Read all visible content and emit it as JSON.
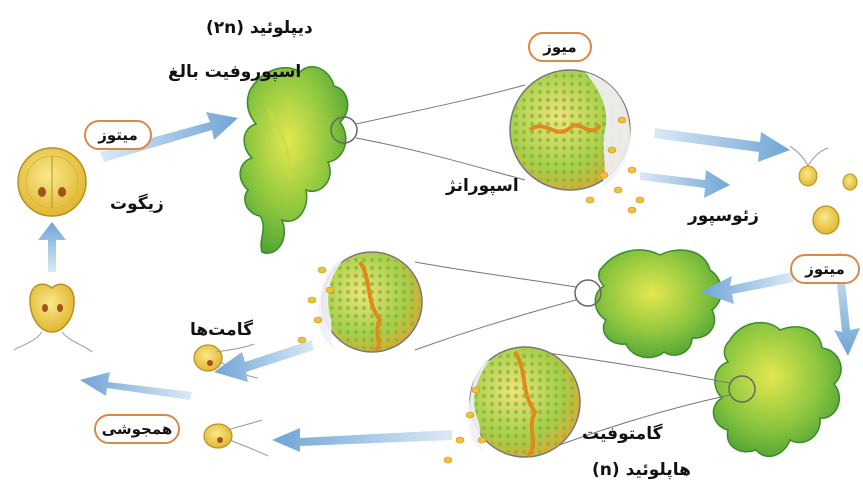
{
  "labels": {
    "diploid": "دیپلوئید (۲n)",
    "adult_sporophyte": "اسپوروفیت بالغ",
    "sporangium": "اسپورانژ",
    "zoospore": "زئوسپور",
    "zygote": "زیگوت",
    "gametes": "گامت‌ها",
    "gametophyte": "گامتوفیت",
    "haploid": "هاپلوئید (n)"
  },
  "processes": {
    "meiosis": "میوز",
    "mitosis_top": "میتوز",
    "mitosis_right": "میتوز",
    "fertilization": "همجوشی"
  },
  "colors": {
    "arrow": "#8bb7dd",
    "pill_border": "#d8894a",
    "thallus_green": "#5fb83a",
    "thallus_yellow": "#d7e04a",
    "cell_yellow": "#f1d24a",
    "cell_orange": "#e39a2a"
  }
}
